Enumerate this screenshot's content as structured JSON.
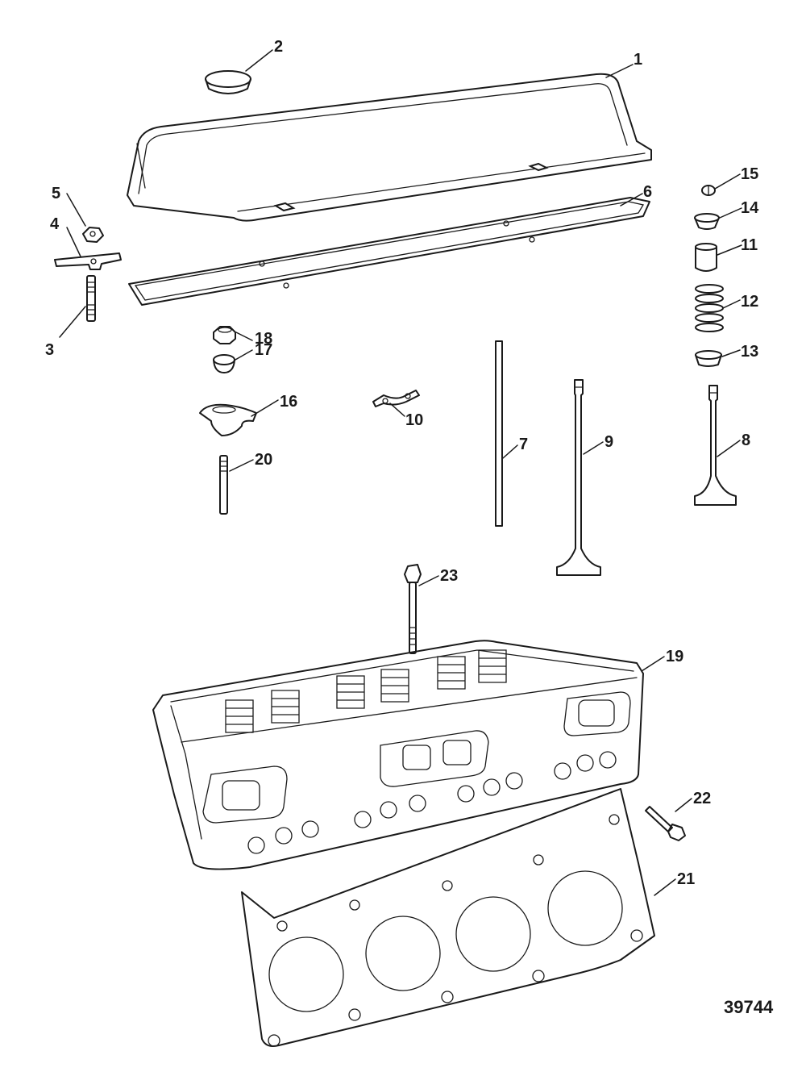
{
  "callouts": {
    "c1": "1",
    "c2": "2",
    "c3": "3",
    "c4": "4",
    "c5": "5",
    "c6": "6",
    "c7": "7",
    "c8": "8",
    "c9": "9",
    "c10": "10",
    "c11": "11",
    "c12": "12",
    "c13": "13",
    "c14": "14",
    "c15": "15",
    "c16": "16",
    "c17": "17",
    "c18": "18",
    "c19": "19",
    "c20": "20",
    "c21": "21",
    "c22": "22",
    "c23": "23"
  },
  "reference_number": "39744"
}
